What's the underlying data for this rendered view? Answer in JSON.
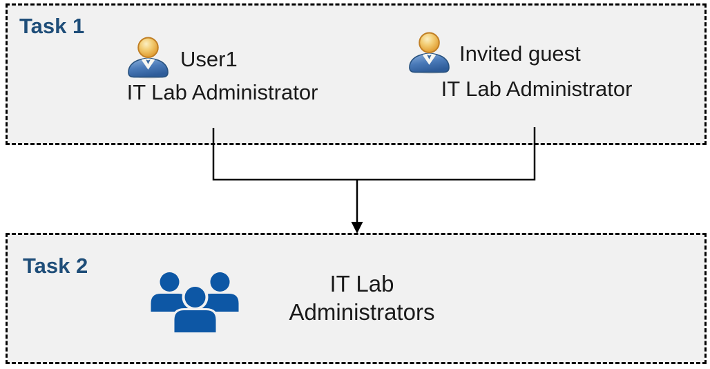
{
  "task1": {
    "label": "Task 1",
    "members": [
      {
        "name": "User1",
        "role": "IT Lab Administrator",
        "icon": "person-bust-icon"
      },
      {
        "name": "Invited guest",
        "role": "IT Lab Administrator",
        "icon": "person-bust-icon"
      }
    ]
  },
  "task2": {
    "label": "Task 2",
    "icon": "people-group-icon",
    "group_lines": [
      "IT Lab",
      "Administrators"
    ]
  },
  "connector": {
    "type": "merge-arrow",
    "description": "both Task 1 members merge into one arrow pointing to Task 2 group"
  },
  "colors": {
    "task_label": "#1F4E79",
    "box_fill": "#F1F1F1",
    "box_border": "#000000",
    "connector_line": "#000000",
    "body_text": "#1A1A1A",
    "group_icon_blue": "#0D57A5",
    "person_head_gold": "#E8A83E",
    "person_body_blue": "#3A6EA8"
  }
}
